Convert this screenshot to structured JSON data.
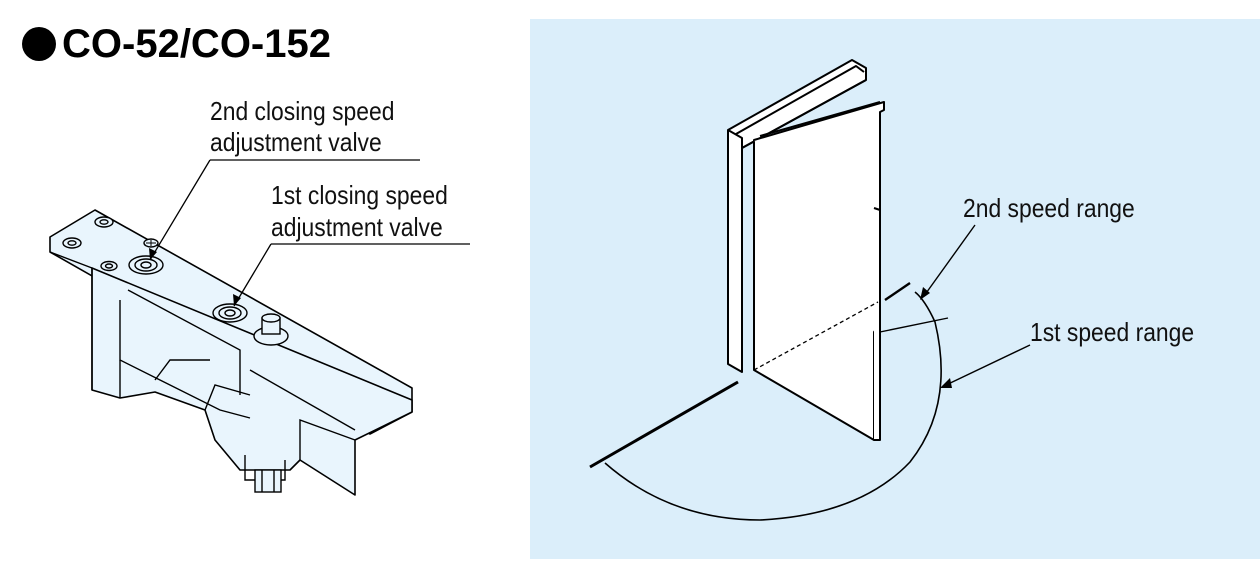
{
  "title": "CO-52/CO-152",
  "left_figure": {
    "callout_2nd_line1": "2nd closing speed",
    "callout_2nd_line2": "adjustment valve",
    "callout_1st_line1": "1st closing speed",
    "callout_1st_line2": "adjustment valve"
  },
  "right_figure": {
    "label_2nd_range": "2nd speed range",
    "label_1st_range": "1st speed range"
  },
  "colors": {
    "panel_background": "#dbeefa",
    "part_fill": "#e9f5fd",
    "line": "#000000"
  }
}
